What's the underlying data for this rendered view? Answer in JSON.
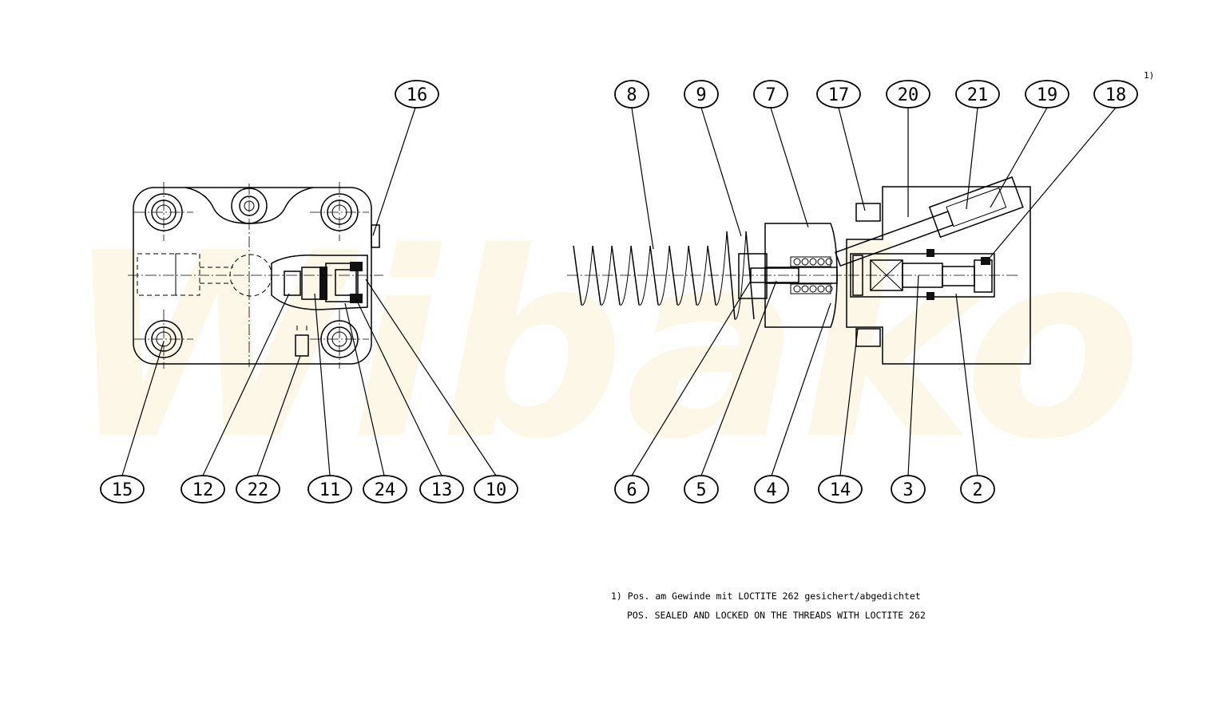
{
  "colors": {
    "line": "#000000",
    "background": "#ffffff",
    "watermark": "#f3c14a"
  },
  "watermark": {
    "text": "Wibako",
    "opacity": 0.13
  },
  "footnote_marker": "1)",
  "notes": {
    "line1": "1) Pos. am Gewinde mit LOCTITE 262 gesichert/abgedichtet",
    "line2": "POS. SEALED AND LOCKED ON THE THREADS WITH LOCTITE 262"
  },
  "left_view": {
    "balloons": [
      {
        "id": "16"
      },
      {
        "id": "15"
      },
      {
        "id": "12"
      },
      {
        "id": "22"
      },
      {
        "id": "11"
      },
      {
        "id": "24"
      },
      {
        "id": "13"
      },
      {
        "id": "10"
      }
    ]
  },
  "right_view": {
    "balloons_top": [
      {
        "id": "8"
      },
      {
        "id": "9"
      },
      {
        "id": "7"
      },
      {
        "id": "17"
      },
      {
        "id": "20"
      },
      {
        "id": "21"
      },
      {
        "id": "19"
      },
      {
        "id": "18"
      }
    ],
    "balloons_bottom": [
      {
        "id": "6"
      },
      {
        "id": "5"
      },
      {
        "id": "4"
      },
      {
        "id": "14"
      },
      {
        "id": "3"
      },
      {
        "id": "2"
      }
    ]
  }
}
